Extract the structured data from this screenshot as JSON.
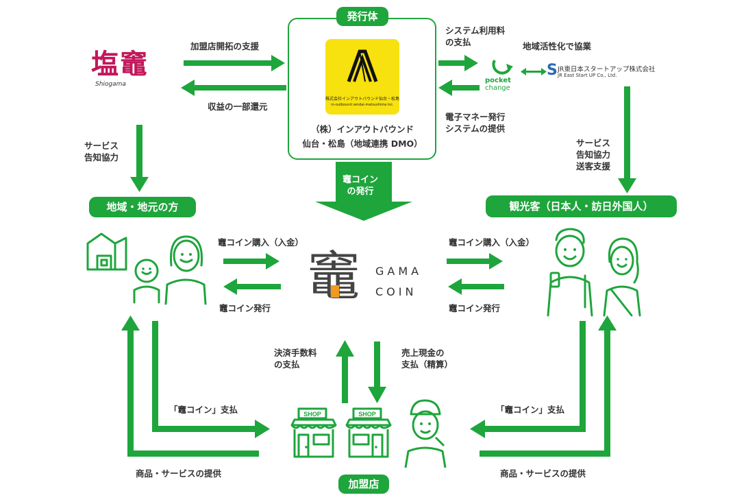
{
  "issuer": {
    "pill": "発行体",
    "logo_caption_1": "株式会社インアウトバウンド仙台・松島",
    "logo_caption_2": "in-outbound sendai-matsushima inc.",
    "name_line1": "（株）インアウトバウンド",
    "name_line2": "仙台・松島（地域連携 DMO）"
  },
  "shiogama": {
    "logo_mark": "塩竈",
    "logo_text": "Shiogama"
  },
  "pocket_change": {
    "line1": "pocket",
    "line2": "change"
  },
  "jr": {
    "name": "JR東日本スタートアップ株式会社",
    "name_en": "JR East Start UP Co., Ltd."
  },
  "labels": {
    "support_member": "加盟店開拓の支援",
    "revenue_return": "収益の一部還元",
    "system_fee": "システム利用料\nの支払",
    "emoney_system": "電子マネー発行\nシステムの提供",
    "collab": "地域活性化で協業",
    "service_left": "サービス\n告知協力",
    "service_right": "サービス\n告知協力\n送客支援",
    "coin_issue": "竈コイン\nの発行",
    "buy_left": "竈コイン購入（入金）",
    "issue_left": "竈コイン発行",
    "buy_right": "竈コイン購入（入金）",
    "issue_right": "竈コイン発行",
    "fee_pay": "決済手数料\nの支払",
    "sales_pay": "売上現金の\n支払（精算）",
    "pay_left": "「竈コイン」支払",
    "pay_right": "「竈コイン」支払",
    "goods_left": "商品・サービスの提供",
    "goods_right": "商品・サービスの提供"
  },
  "local_pill": "地域・地元の方",
  "tourist_pill": "観光客（日本人・訪日外国人）",
  "member_pill": "加盟店",
  "coin": {
    "kanji": "竈",
    "line1": "GAMA",
    "line2": "COIN"
  },
  "shop_sign": "SHOP",
  "colors": {
    "green": "#1ea53c",
    "logo_yellow": "#f7e10e",
    "coin_orange": "#f29a1f"
  }
}
